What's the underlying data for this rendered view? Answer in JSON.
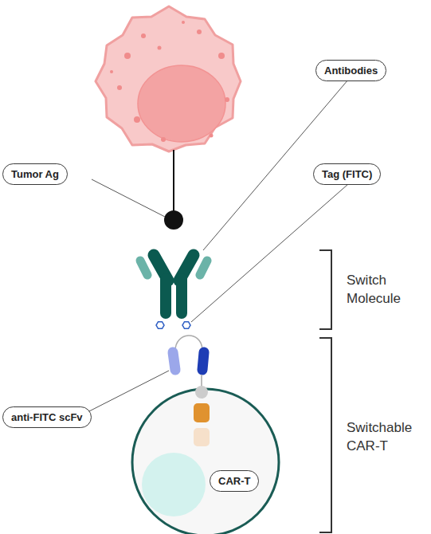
{
  "diagram": {
    "nodes": [
      {
        "text": [
          "Antibodies"
        ]
      },
      {
        "text": [
          "Tumor Ag"
        ]
      },
      {
        "text": [
          "Tag (FITC)"
        ]
      },
      {
        "text": [
          "anti-FITC scFv"
        ]
      },
      {
        "text": [
          "CAR-T"
        ]
      }
    ],
    "labels": [
      "Switch Molecule",
      "Switchable CAR-T"
    ]
  }
}
